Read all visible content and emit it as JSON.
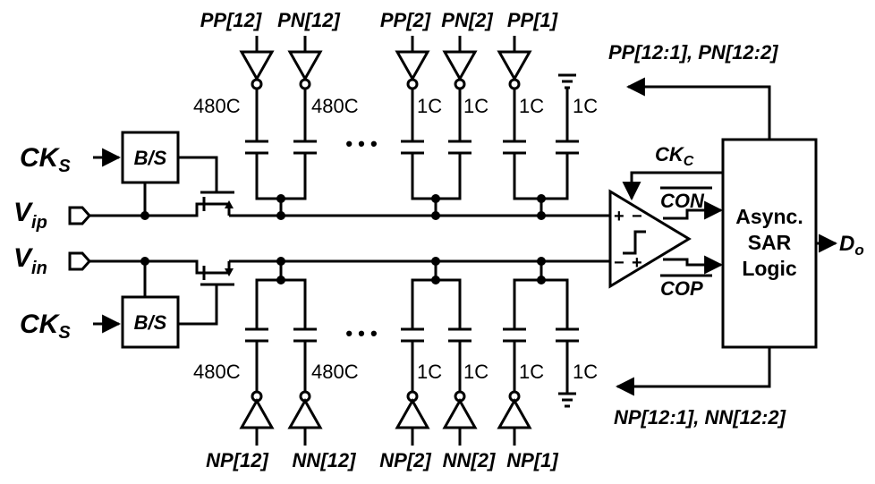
{
  "top_signals": [
    "PP[12]",
    "PN[12]",
    "PP[2]",
    "PN[2]",
    "PP[1]"
  ],
  "bottom_signals": [
    "NP[12]",
    "NN[12]",
    "NP[2]",
    "NN[2]",
    "NP[1]"
  ],
  "cap_labels": {
    "c480": "480C",
    "c1": "1C"
  },
  "ellipsis": "• • •",
  "inputs": {
    "vip_main": "V",
    "vip_sub": "ip",
    "vin_main": "V",
    "vin_sub": "in"
  },
  "clocks": {
    "cks_main": "CK",
    "cks_sub": "S",
    "ckc_main": "CK",
    "ckc_sub": "C"
  },
  "bs_label": "B/S",
  "comparator": {
    "con": "CON",
    "cop": "COP",
    "plus": "+",
    "minus": "−"
  },
  "sar": {
    "line1": "Async.",
    "line2": "SAR",
    "line3": "Logic"
  },
  "output": {
    "main": "D",
    "sub": "o"
  },
  "bus_top": "PP[12:1], PN[12:2]",
  "bus_bottom": "NP[12:1], NN[12:2]"
}
